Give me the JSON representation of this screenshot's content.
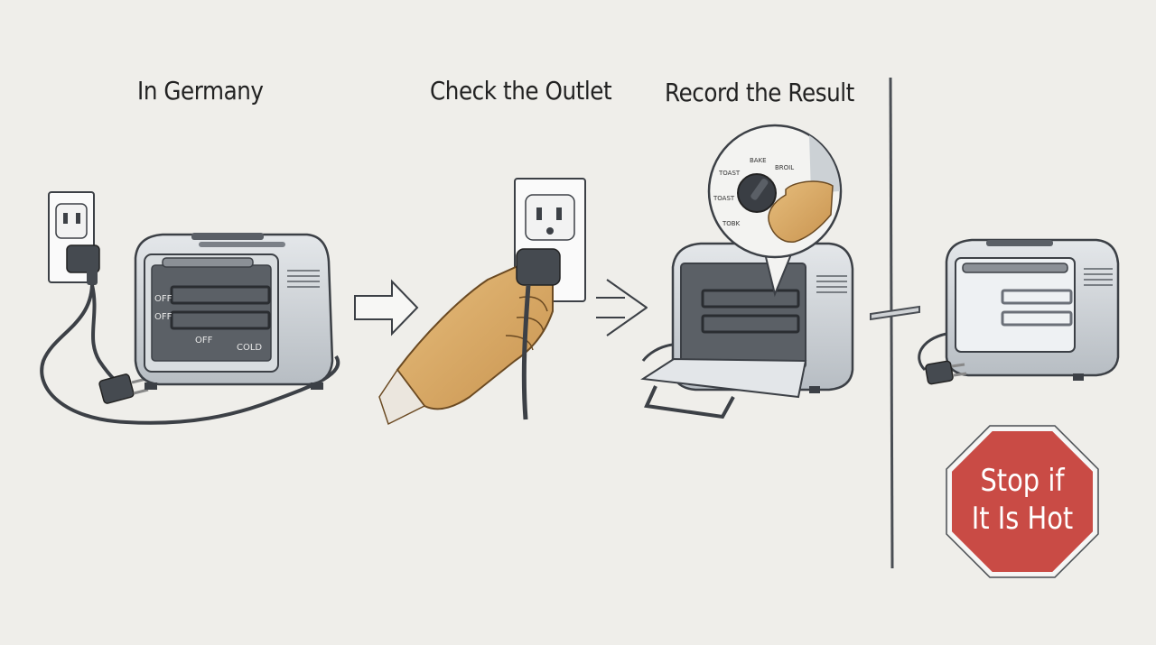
{
  "steps": [
    {
      "title": "In Germany"
    },
    {
      "title": "Check the Outlet"
    },
    {
      "title": "Record the Result"
    }
  ],
  "oven_labels": {
    "upper_rack": "OFF",
    "lower_rack": "OFF",
    "bottom_left": "OFF",
    "bottom_right": "COLD"
  },
  "dial_labels": [
    "BAKE",
    "BROIL",
    "TOAST",
    "TOAST",
    "TOBK"
  ],
  "warning_sign": {
    "line1": "Stop if",
    "line2": "It Is Hot",
    "color": "#c94b45"
  },
  "colors": {
    "background": "#efeeea",
    "outline": "#3c4046",
    "steel": "#c9ced3",
    "glove": "#d8a863"
  }
}
